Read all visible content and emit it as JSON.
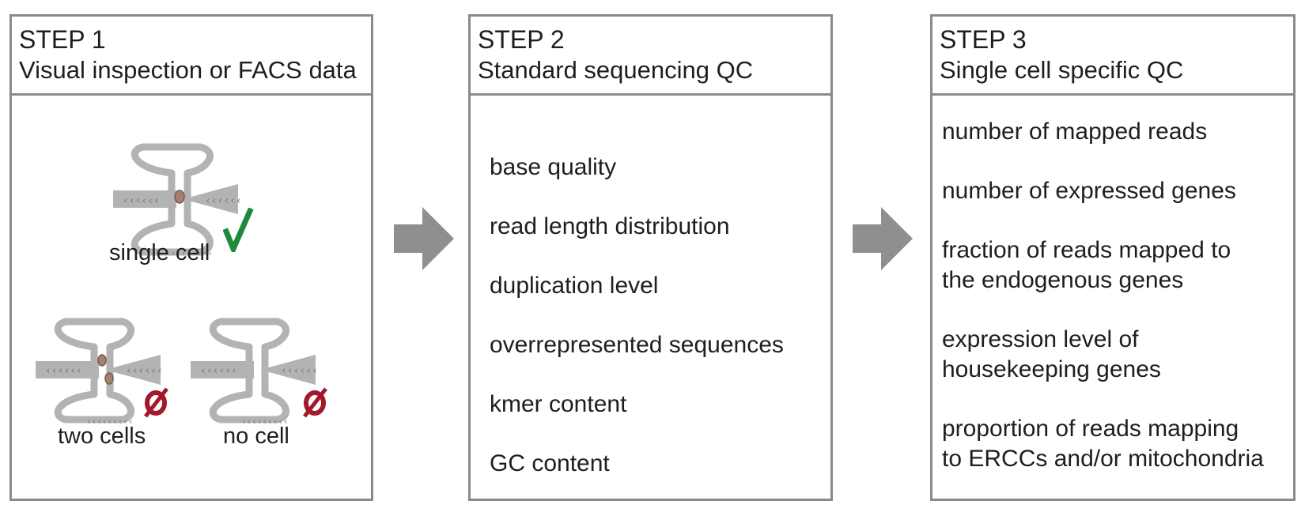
{
  "colors": {
    "border": "#8a8a8a",
    "arrow": "#8f8f8f",
    "device": "#b3b3b3",
    "check": "#1e8a3c",
    "reject": "#a3192b",
    "cell": "#a57f70"
  },
  "step1": {
    "title": "STEP 1",
    "subtitle": "Visual inspection or FACS data",
    "cases": {
      "single": {
        "label": "single cell",
        "mark": "√",
        "mark_icon": "checkmark-icon"
      },
      "two": {
        "label": "two cells",
        "mark": "ø",
        "mark_icon": "reject-icon"
      },
      "none": {
        "label": "no cell",
        "mark": "ø",
        "mark_icon": "reject-icon"
      }
    }
  },
  "step2": {
    "title": "STEP 2",
    "subtitle": "Standard sequencing QC",
    "items": [
      "base quality",
      "read length distribution",
      "duplication level",
      "overrepresented sequences",
      "kmer content",
      "GC content"
    ]
  },
  "step3": {
    "title": "STEP 3",
    "subtitle": "Single cell specific QC",
    "items": [
      [
        "number of mapped reads"
      ],
      [
        "number of expressed genes"
      ],
      [
        "fraction of reads mapped to",
        "the endogenous genes"
      ],
      [
        "expression level of",
        "housekeeping genes"
      ],
      [
        "proportion of reads mapping",
        "to ERCCs and/or mitochondria"
      ]
    ]
  }
}
